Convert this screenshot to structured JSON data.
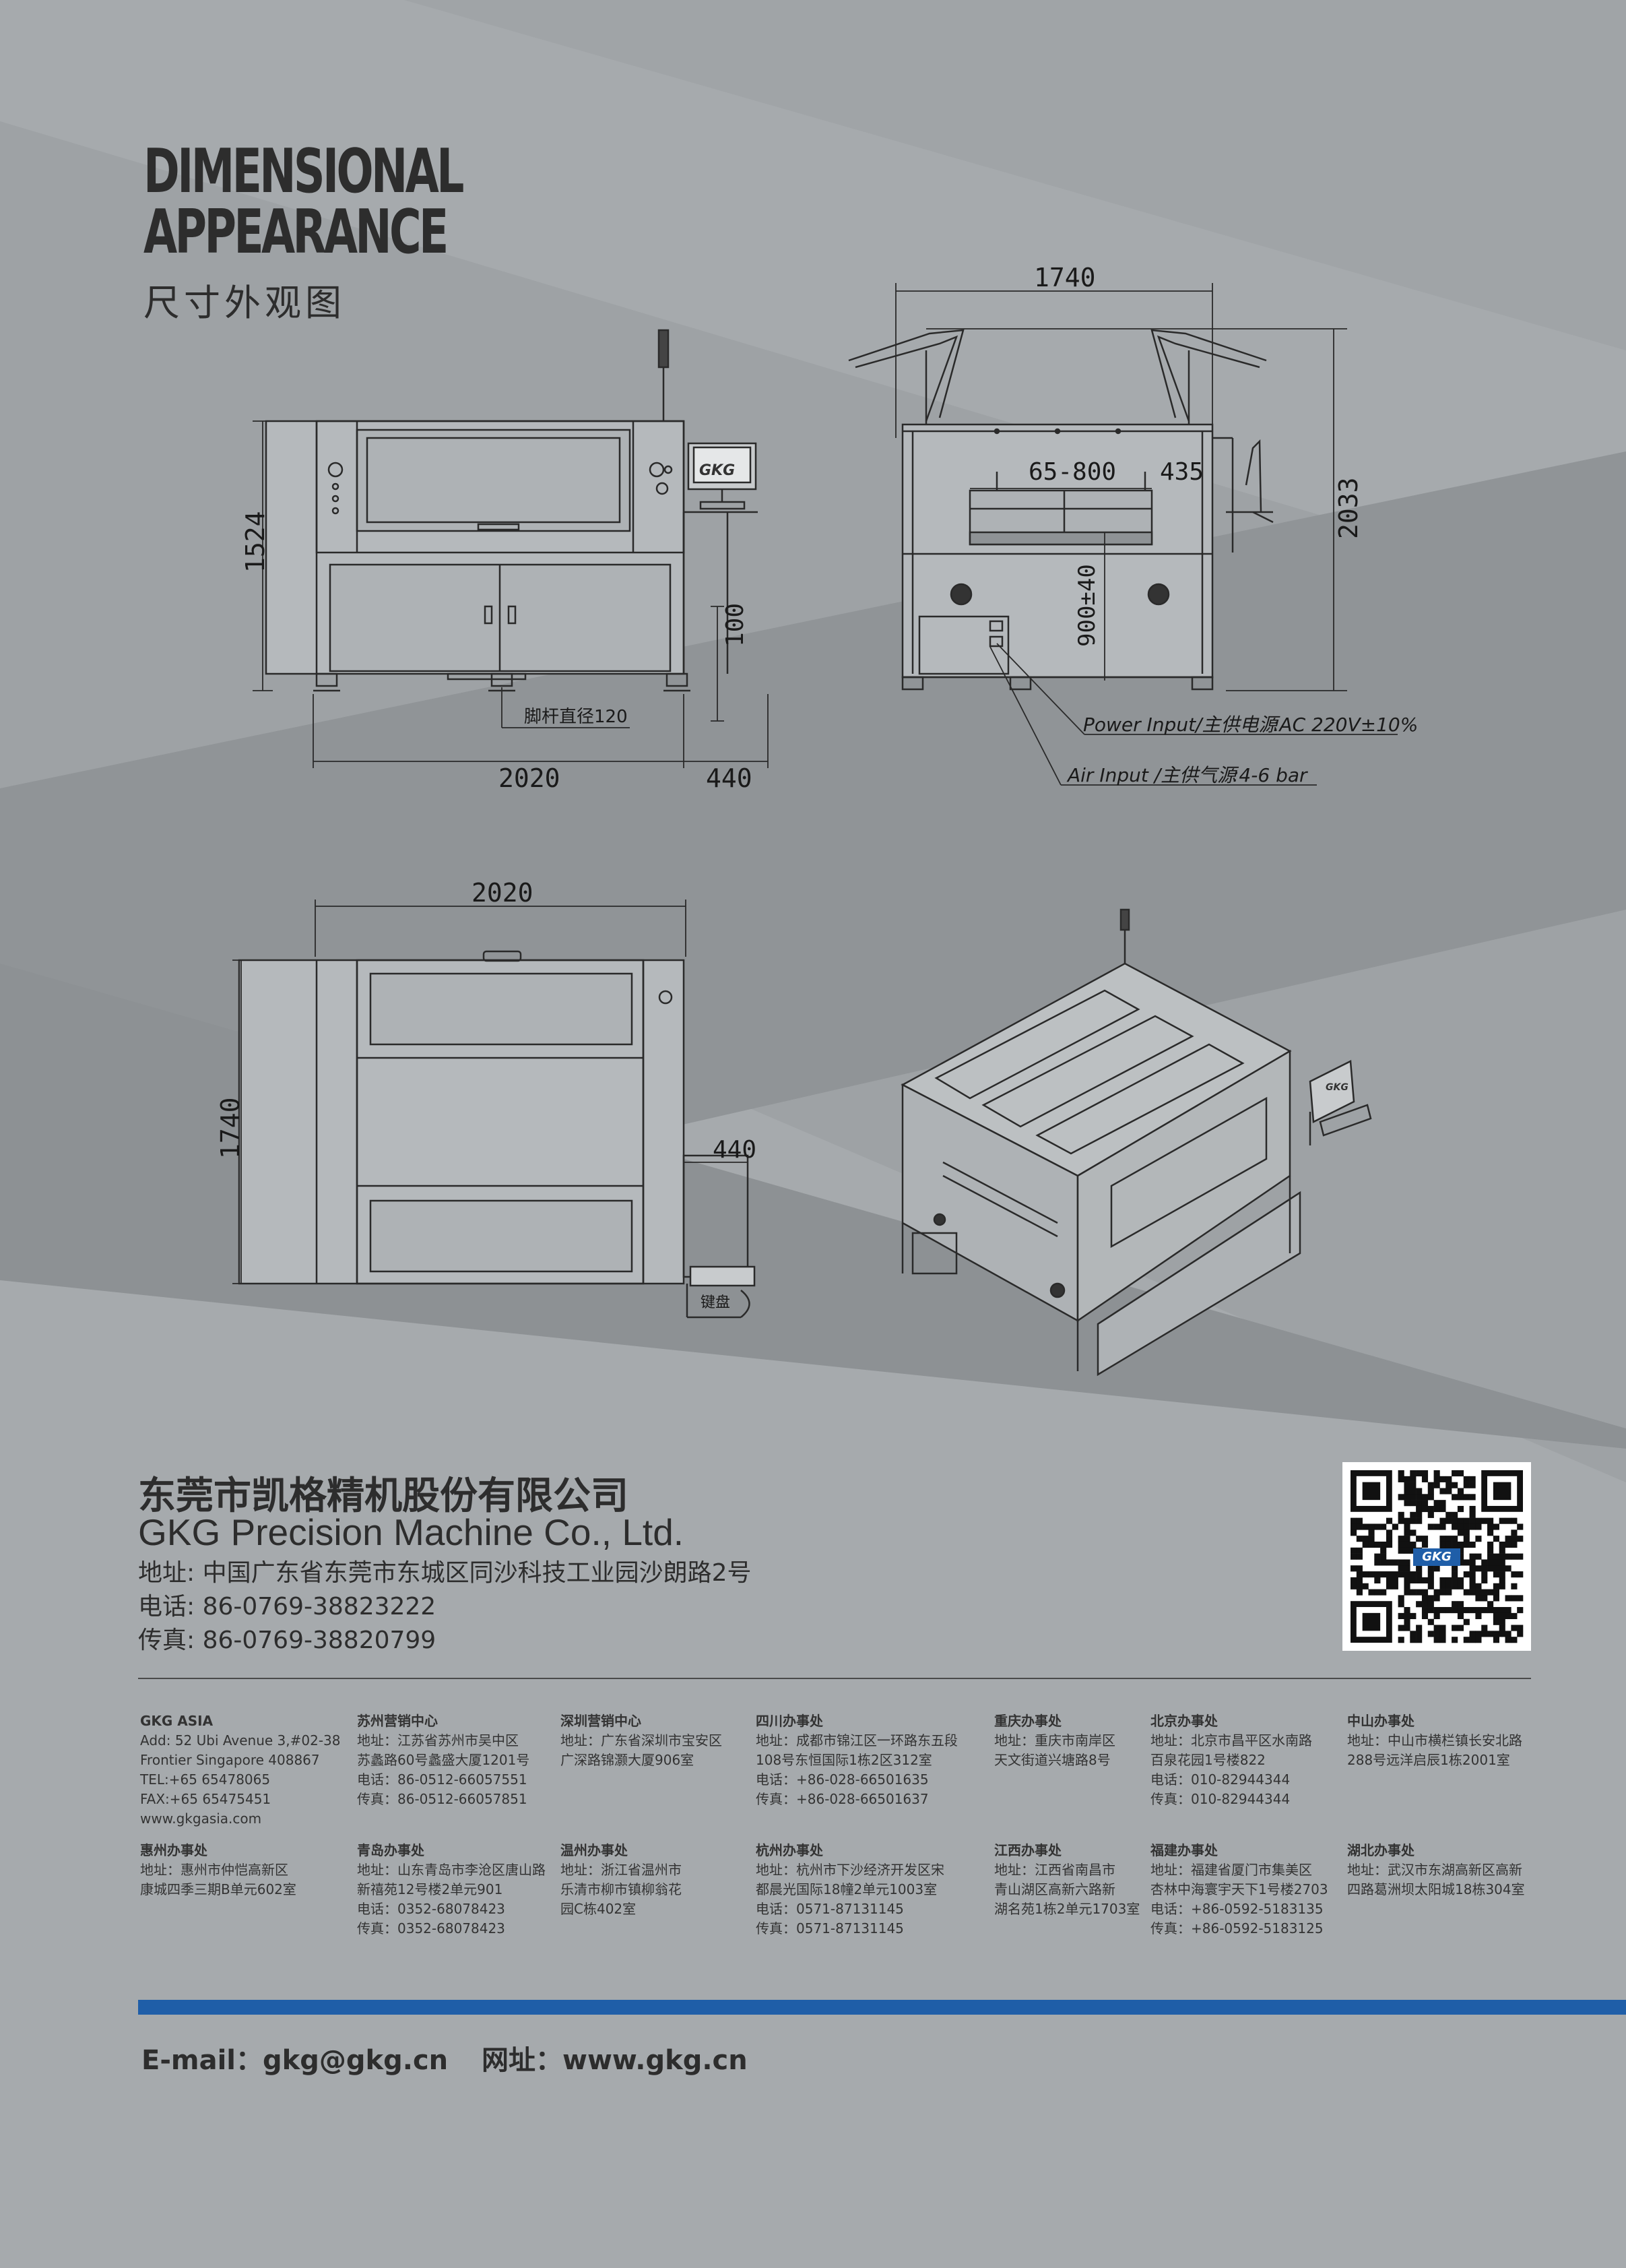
{
  "title": {
    "line1": "DIMENSIONAL",
    "line2": "APPEARANCE",
    "cn": "尺寸外观图"
  },
  "front_view": {
    "height": "1524",
    "width": "2020",
    "side": "440",
    "foot_height": "100",
    "foot_note": "脚杆直径120",
    "logo": "GKG"
  },
  "side_view": {
    "width": "1740",
    "height": "2033",
    "range": "65-800",
    "offset": "435",
    "table_height": "900±40",
    "power_label": "Power Input/主供电源",
    "power_value": ":AC 220V±10%",
    "air_label": "Air Input /主供气源",
    "air_value": ":4-6 bar"
  },
  "top_view": {
    "width": "2020",
    "depth": "1740",
    "side": "440",
    "keyboard": "键盘"
  },
  "iso_view": {
    "logo": "GKG"
  },
  "company": {
    "name_cn": "东莞市凯格精机股份有限公司",
    "name_en": "GKG Precision Machine Co., Ltd.",
    "address": "地址: 中国广东省东莞市东城区同沙科技工业园沙朗路2号",
    "phone": "电话: 86-0769-38823222",
    "fax": "传真: 86-0769-38820799",
    "qr_logo": "GKG"
  },
  "offices": [
    {
      "name": "GKG ASIA",
      "lines": [
        "Add: 52 Ubi Avenue 3,#02-38",
        "Frontier Singapore 408867",
        "TEL:+65 65478065",
        "FAX:+65 65475451",
        "www.gkgasia.com"
      ]
    },
    {
      "name": "苏州营销中心",
      "lines": [
        "地址：江苏省苏州市吴中区",
        "苏蠡路60号蠡盛大厦1201号",
        "电话：86-0512-66057551",
        "传真：86-0512-66057851"
      ]
    },
    {
      "name": "深圳营销中心",
      "lines": [
        "地址：广东省深圳市宝安区",
        "广深路锦灏大厦906室"
      ]
    },
    {
      "name": "四川办事处",
      "lines": [
        "地址：成都市锦江区一环路东五段",
        "108号东恒国际1栋2区312室",
        "电话：+86-028-66501635",
        "传真：+86-028-66501637"
      ]
    },
    {
      "name": "重庆办事处",
      "lines": [
        "地址：重庆市南岸区",
        "天文街道兴塘路8号"
      ]
    },
    {
      "name": "北京办事处",
      "lines": [
        "地址：北京市昌平区水南路",
        "百泉花园1号楼822",
        "电话：010-82944344",
        "传真：010-82944344"
      ]
    },
    {
      "name": "中山办事处",
      "lines": [
        "地址：中山市横栏镇长安北路",
        "288号远洋启辰1栋2001室"
      ]
    },
    {
      "name": "惠州办事处",
      "lines": [
        "地址：惠州市仲恺高新区",
        "康城四季三期B单元602室"
      ]
    },
    {
      "name": "青岛办事处",
      "lines": [
        "地址：山东青岛市李沧区唐山路",
        "新禧苑12号楼2单元901",
        "电话：0352-68078423",
        "传真：0352-68078423"
      ]
    },
    {
      "name": "温州办事处",
      "lines": [
        "地址：浙江省温州市",
        "乐清市柳市镇柳翁花",
        "园C栋402室"
      ]
    },
    {
      "name": "杭州办事处",
      "lines": [
        "地址：杭州市下沙经济开发区宋",
        "都晨光国际18幢2单元1003室",
        "电话：0571-87131145",
        "传真：0571-87131145"
      ]
    },
    {
      "name": "江西办事处",
      "lines": [
        "地址：江西省南昌市",
        "青山湖区高新六路新",
        "湖名苑1栋2单元1703室"
      ]
    },
    {
      "name": "福建办事处",
      "lines": [
        "地址：福建省厦门市集美区",
        "杏林中海寰宇天下1号楼2703",
        "电话：+86-0592-5183135",
        "传真：+86-0592-5183125"
      ]
    },
    {
      "name": "湖北办事处",
      "lines": [
        "地址：武汉市东湖高新区高新",
        "四路葛洲坝太阳城18栋304室"
      ]
    }
  ],
  "footer": {
    "email": "E-mail：gkg@gkg.cn",
    "web": "网址：www.gkg.cn"
  },
  "colors": {
    "background": "#a6aaad",
    "accent_bar": "#1f5ea8",
    "text": "#2d2d2d"
  }
}
